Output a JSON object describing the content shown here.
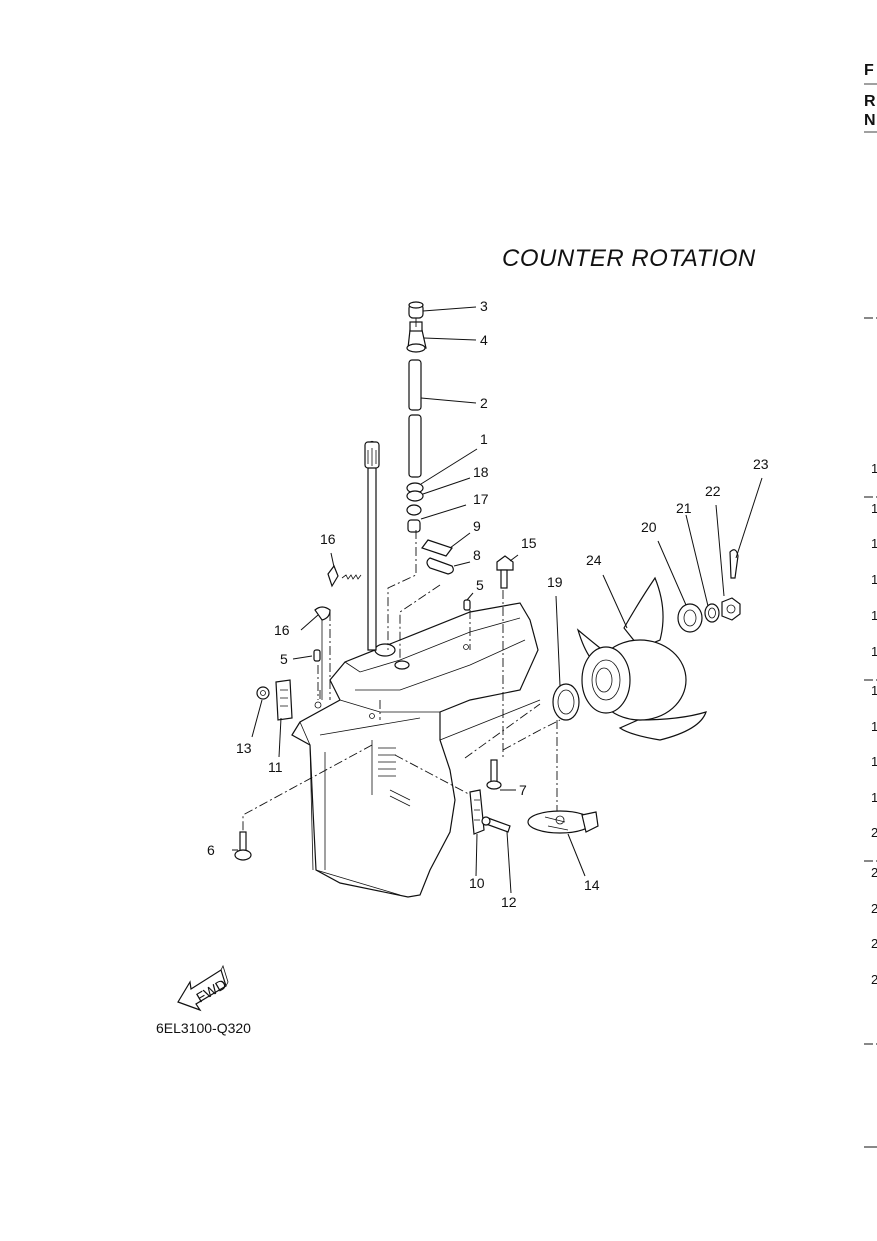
{
  "title": "COUNTER ROTATION",
  "diagram_code": "6EL3100-Q320",
  "fwd_label": "FWD",
  "callouts": [
    "1",
    "2",
    "3",
    "4",
    "5",
    "5",
    "6",
    "7",
    "8",
    "9",
    "10",
    "11",
    "12",
    "13",
    "14",
    "15",
    "16",
    "16",
    "17",
    "18",
    "19",
    "20",
    "21",
    "22",
    "23",
    "24"
  ],
  "right_edge": {
    "letters": [
      "F",
      "R",
      "N"
    ],
    "numbers": [
      "1",
      "1",
      "1",
      "1",
      "1",
      "1",
      "1",
      "1",
      "1",
      "1",
      "2",
      "2",
      "2",
      "2",
      "2"
    ]
  }
}
